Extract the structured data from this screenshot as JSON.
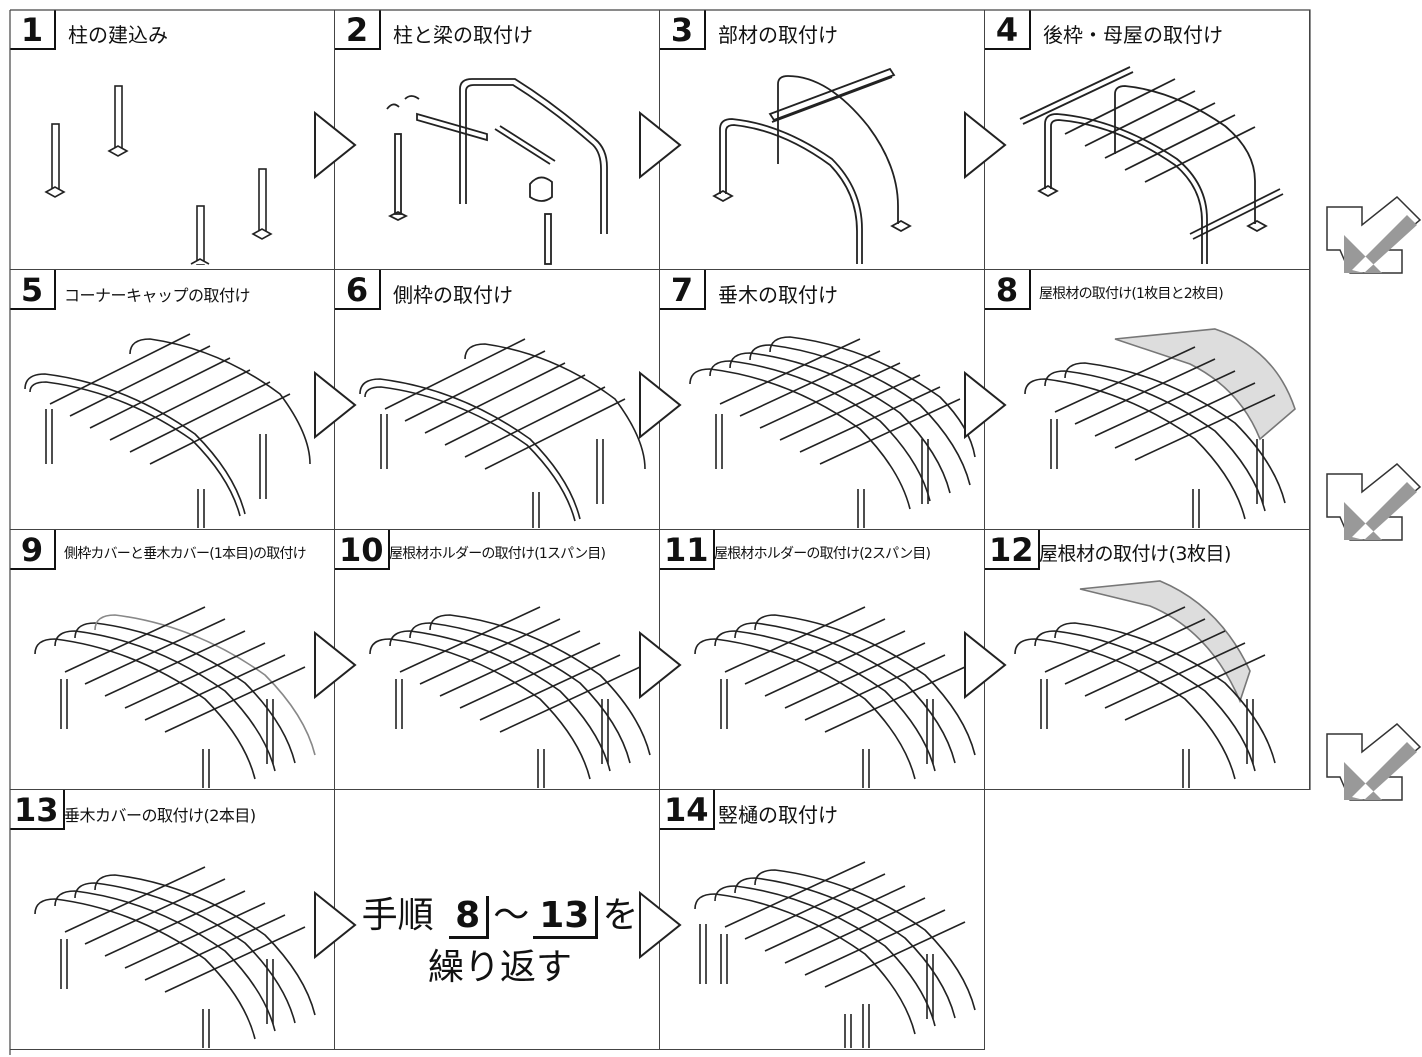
{
  "steps": [
    {
      "num": "1",
      "title": "柱の建込み"
    },
    {
      "num": "2",
      "title": "柱と梁の取付け"
    },
    {
      "num": "3",
      "title": "部材の取付け"
    },
    {
      "num": "4",
      "title": "後枠・母屋の取付け"
    },
    {
      "num": "5",
      "title": "コーナーキャップの取付け"
    },
    {
      "num": "6",
      "title": "側枠の取付け"
    },
    {
      "num": "7",
      "title": "垂木の取付け"
    },
    {
      "num": "8",
      "title": "屋根材の取付け(1枚目と2枚目)"
    },
    {
      "num": "9",
      "title": "側枠カバーと垂木カバー(1本目)の取付け"
    },
    {
      "num": "10",
      "title": "屋根材ホルダーの取付け(1スパン目)"
    },
    {
      "num": "11",
      "title": "屋根材ホルダーの取付け(2スパン目)"
    },
    {
      "num": "12",
      "title": "屋根材の取付け(3枚目)"
    },
    {
      "num": "13",
      "title": "垂木カバーの取付け(2本目)"
    },
    {
      "num": "14",
      "title": "竪樋の取付け"
    }
  ],
  "repeat": {
    "prefix": "手順",
    "from": "8",
    "tilde": "〜",
    "to": "13",
    "suffix": "を",
    "line2": "繰り返す"
  }
}
